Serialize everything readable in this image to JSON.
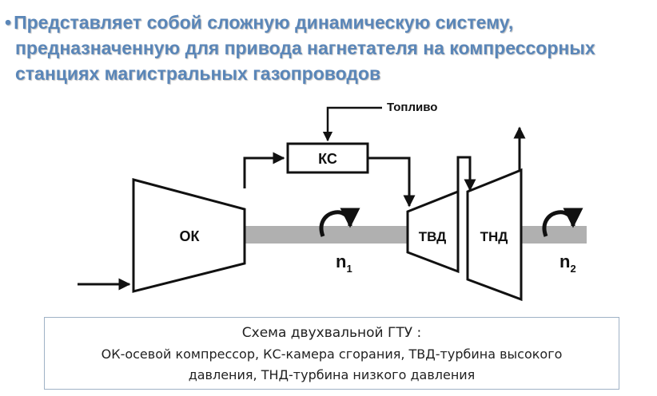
{
  "header": {
    "bullet": "•",
    "lines": [
      "Представляет собой сложную динамическую систему,",
      "предназначенную для привода нагнетателя на компрессорных",
      "станциях магистральных газопроводов"
    ]
  },
  "diagram": {
    "fuel_label": "Топливо",
    "combustor_label": "КС",
    "compressor_label": "ОК",
    "hp_turbine_label": "ТВД",
    "lp_turbine_label": "ТНД",
    "n1_label": "n",
    "n1_sub": "1",
    "n2_label": "n",
    "n2_sub": "2",
    "colors": {
      "shaft": "#b0b0b0",
      "stroke": "#111111",
      "text": "#111111"
    }
  },
  "caption": {
    "title": "Схема двухвальной ГТУ :",
    "line1": "ОК-осевой компрессор, КС-камера сгорания, ТВД-турбина высокого",
    "line2": "давления, ТНД-турбина низкого давления"
  }
}
